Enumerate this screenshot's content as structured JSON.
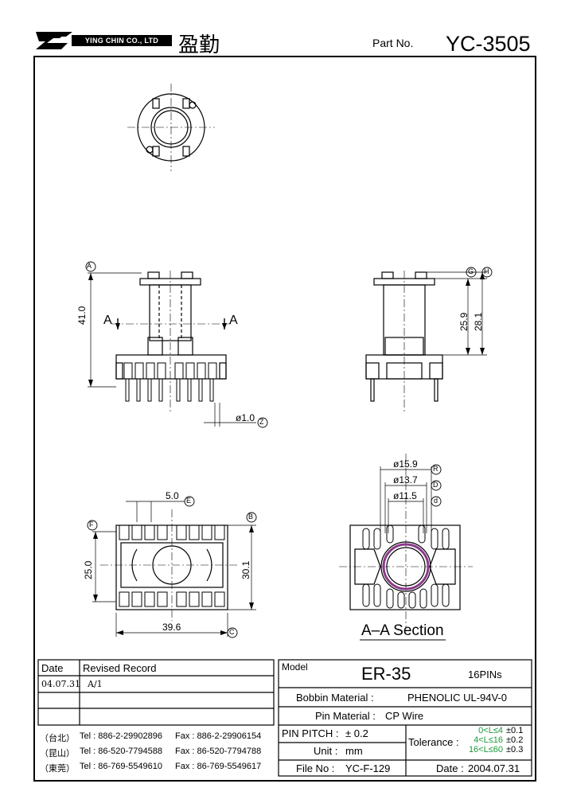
{
  "header": {
    "company_name_en": "YING CHIN CO., LTD",
    "company_name_cn": "盈勤",
    "part_no_label": "Part No.",
    "part_no_value": "YC-3505"
  },
  "drawing": {
    "dims": {
      "height_41": "41.0",
      "pin_dia": "ø1.0",
      "h_25_9": "25.9",
      "h_28_1": "28.1",
      "pitch_5": "5.0",
      "width_39_6": "39.6",
      "depth_25": "25.0",
      "depth_30_1": "30.1",
      "d_15_9": "ø15.9",
      "d_13_7": "ø13.7",
      "d_11_5": "ø11.5"
    },
    "callouts": {
      "A": "A",
      "Z": "Z",
      "G": "G",
      "H": "H",
      "E": "E",
      "F": "F",
      "B": "B",
      "C": "C",
      "R": "R",
      "D": "D",
      "d": "d"
    },
    "section_marks": {
      "left": "A",
      "right": "A"
    },
    "section_title": "A–A Section"
  },
  "revision_table": {
    "headers": {
      "date": "Date",
      "record": "Revised Record"
    },
    "rows": [
      {
        "date": "04.07.31",
        "record": "A/1"
      },
      {
        "date": "",
        "record": ""
      },
      {
        "date": "",
        "record": ""
      }
    ]
  },
  "contacts": [
    {
      "region": "（台北）",
      "tel": "Tel : 886-2-29902896",
      "fax": "Fax : 886-2-29906154"
    },
    {
      "region": "（昆山）",
      "tel": "Tel : 86-520-7794588",
      "fax": "Fax : 86-520-7794788"
    },
    {
      "region": "（東莞）",
      "tel": "Tel : 86-769-5549610",
      "fax": "Fax : 86-769-5549617"
    }
  ],
  "spec": {
    "model_label": "Model",
    "model_value": "ER-35",
    "pins": "16PINs",
    "bobbin_label": "Bobbin  Material :",
    "bobbin_value": "PHENOLIC UL-94V-0",
    "pin_label": "Pin  Material :",
    "pin_value": "CP Wire",
    "pitch_label": "PIN  PITCH :",
    "pitch_value": "± 0.2",
    "unit_label": "Unit :",
    "unit_value": "mm",
    "file_label": "File  No :",
    "file_value": "YC-F-129",
    "tolerance_label": "Tolerance :",
    "tolerance_rows": [
      {
        "range": "0<L≤4",
        "tol": "±0.1"
      },
      {
        "range": "4<L≤16",
        "tol": "±0.2"
      },
      {
        "range": "16<L≤60",
        "tol": "±0.3"
      }
    ],
    "date_label": "Date :",
    "date_value": "2004.07.31"
  }
}
